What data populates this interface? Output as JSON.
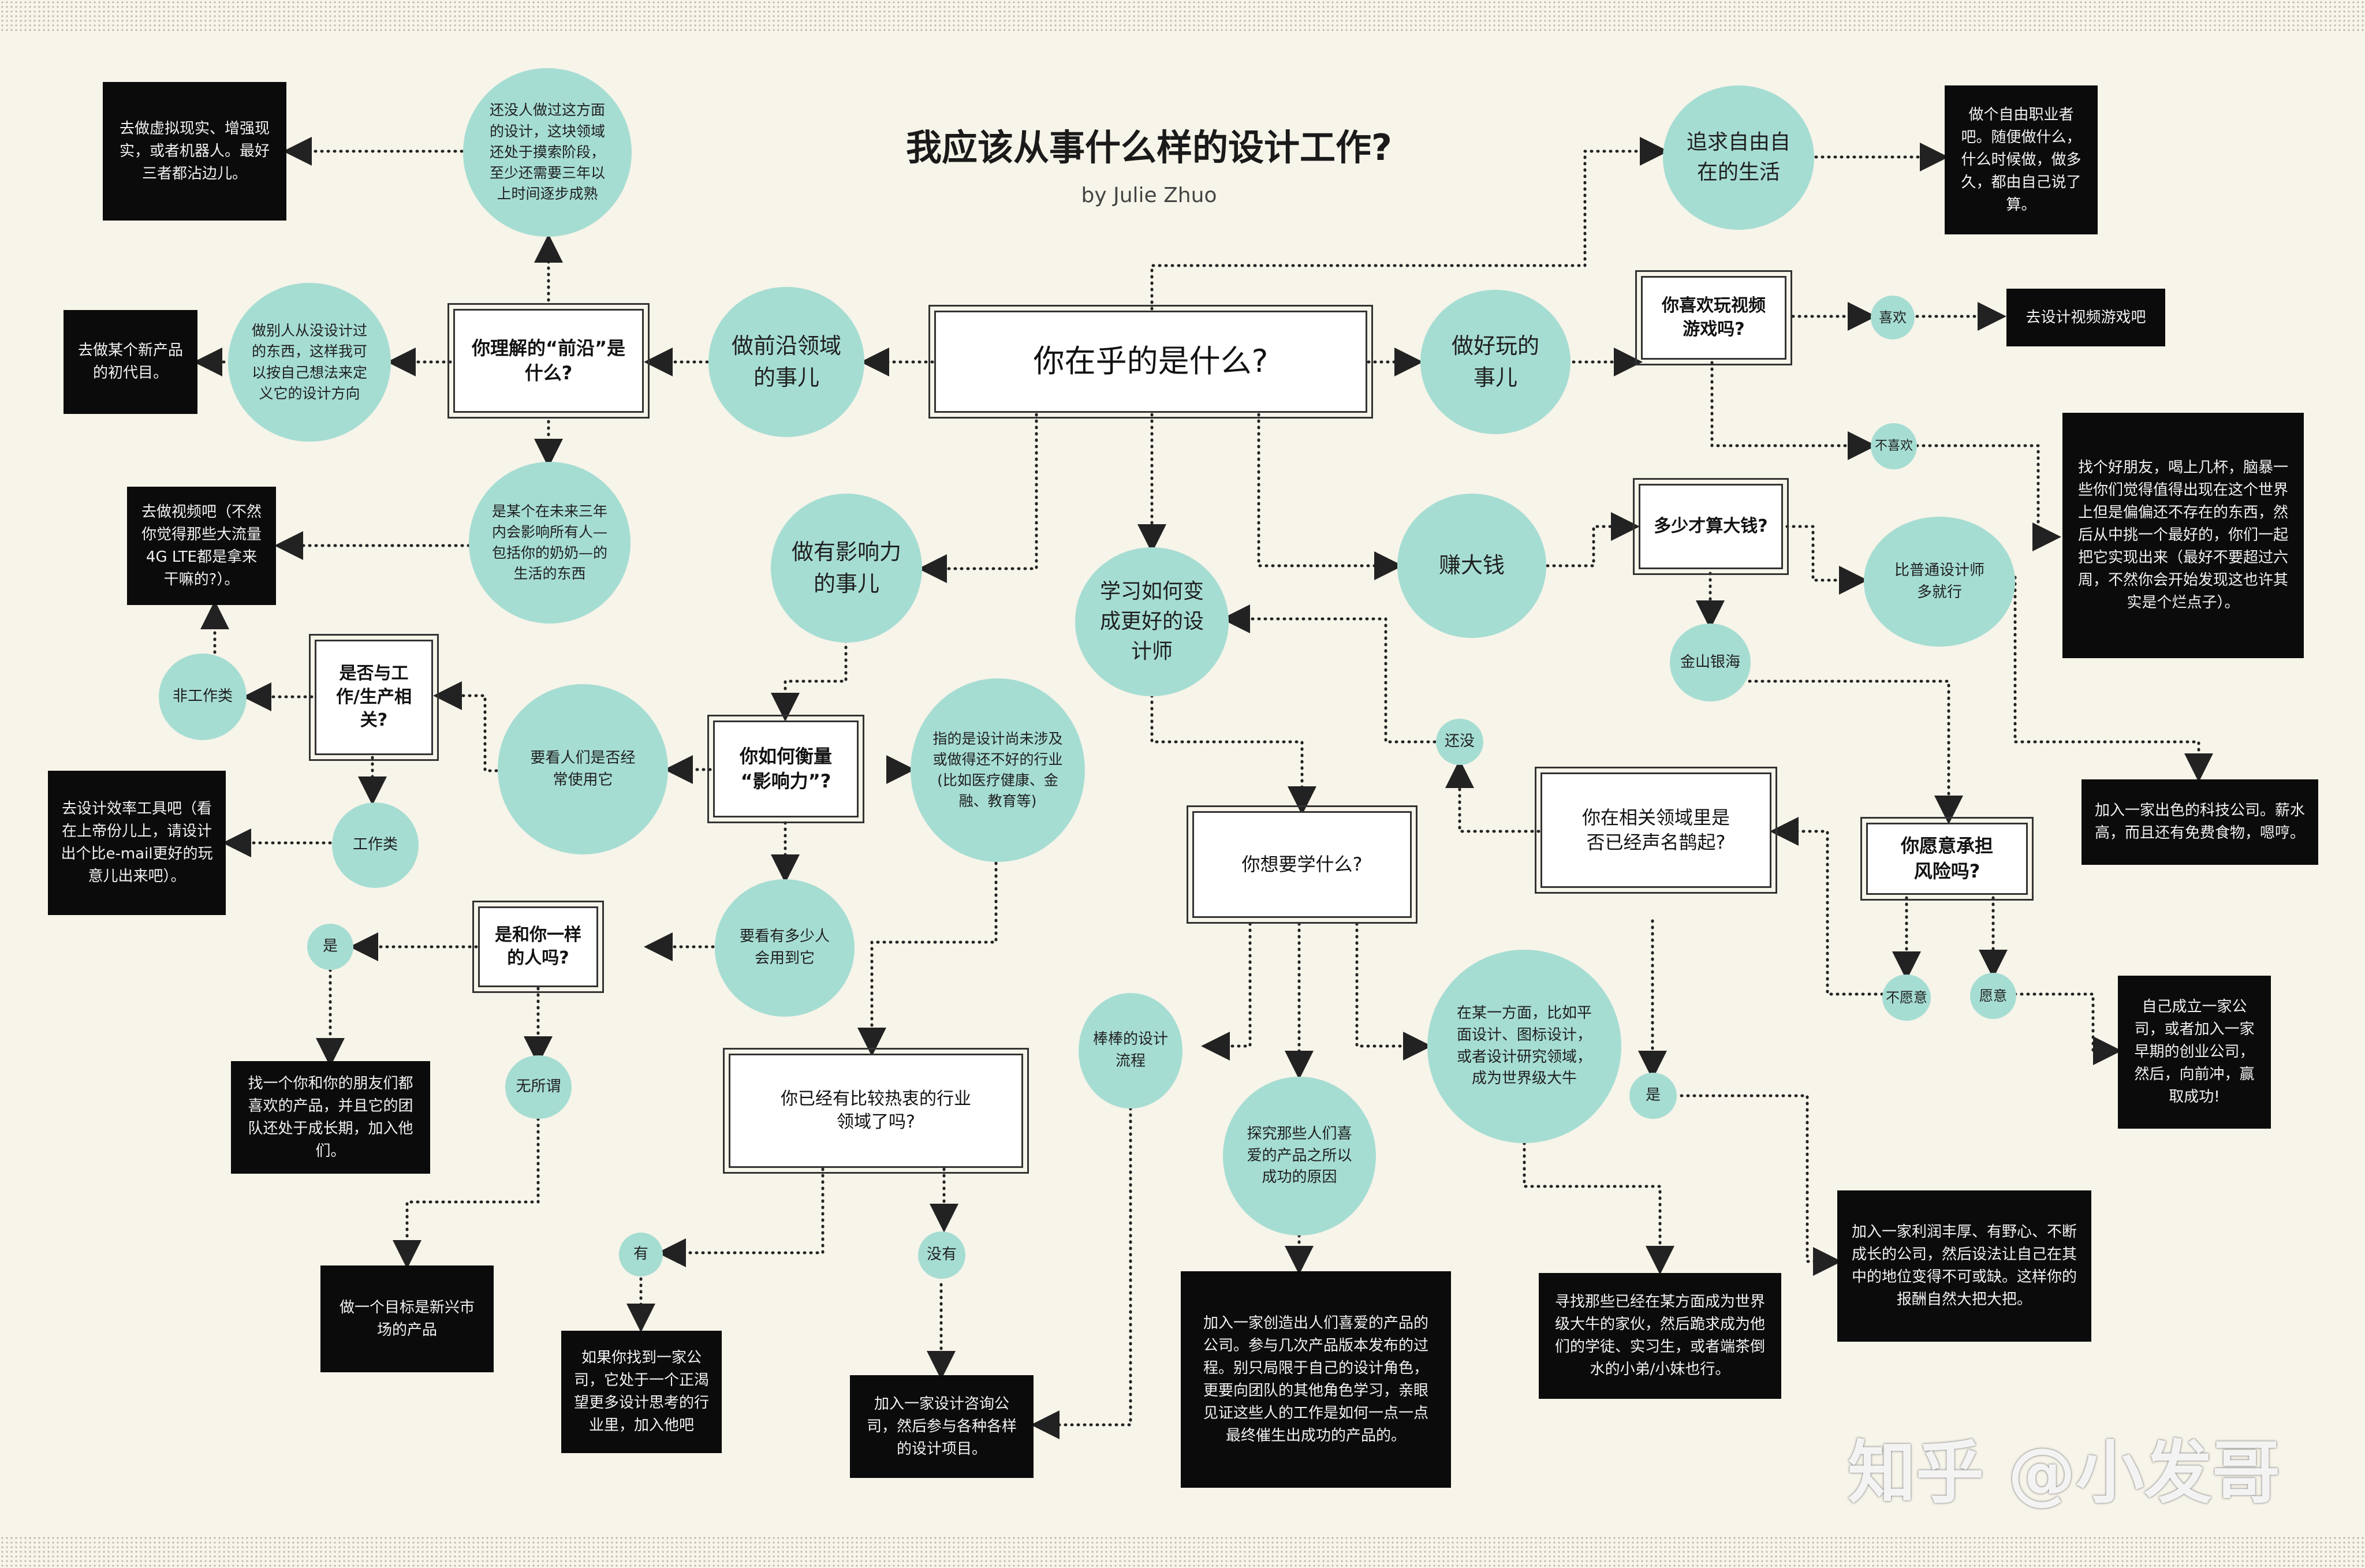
{
  "title": "我应该从事什么样的设计工作?",
  "byline": "by Julie Zhuo",
  "watermark": "知乎 @小发哥",
  "colors": {
    "background": "#f7f4e9",
    "circle": "#a6ddd3",
    "box": "#0b0b0b",
    "line": "#222222"
  },
  "nodes": {
    "root": "你在乎的是什么?",
    "frontier": "做前沿领域\n的事儿",
    "fun": "做好玩的\n事儿",
    "money": "赚大钱",
    "freedom": "追求自由自\n在的生活",
    "impact": "做有影响力\n的事儿",
    "learn": "学习如何变\n成更好的设\n计师",
    "frontier_q": "你理解的“前沿”是\n什么?",
    "fq_a1": "还没人做过这方面的设计，这块领域还处于摸索阶段，至少还需要三年以上时间逐步成熟",
    "fq_a2": "做别人从没设计过的东西，这样我可以按自己想法来定义它的设计方向",
    "fq_a3": "是某个在未来三年内会影响所有人—包括你的奶奶—的生活的东西",
    "out_vr": "去做虚拟现实、增强现实，或者机器人。最好三者都沾边儿。",
    "out_first": "去做某个新产品的初代目。",
    "out_video": "去做视频吧（不然你觉得那些大流量4G LTE都是拿来干嘛的?）。",
    "work_q": "是否与工\n作/生产相\n关?",
    "nonwork": "非工作类",
    "workcls": "工作类",
    "out_tools": "去设计效率工具吧（看在上帝份儿上，请设计出个比e-mail更好的玩意儿出来吧）。",
    "impact_q": "你如何衡量\n“影响力”?",
    "see_use": "要看人们是否经常使用它",
    "see_many": "要看有多少人会用到它",
    "see_domain": "指的是设计尚未涉及或做得还不好的行业(比如医疗健康、金融、教育等)",
    "like_you_q": "是和你一样\n的人吗?",
    "yes_a": "是",
    "no_matter": "无所谓",
    "out_friends": "找一个你和你的朋友们都喜欢的产品，并且它的团队还处于成长期，加入他们。",
    "out_emerging": "做一个目标是新兴市场的产品",
    "passion_q": "你已经有比较热衷的行业\n领域了吗?",
    "have": "有",
    "havenot": "没有",
    "out_have": "如果你找到一家公司，它处于一个正渴望更多设计思考的行业里，加入他吧",
    "out_consult": "加入一家设计咨询公司，然后参与各种各样的设计项目。",
    "learn_q": "你想要学什么?",
    "great_process": "棒棒的设计\n流程",
    "why_loved": "探究那些人们喜爱的产品之所以成功的原因",
    "world_class": "在某一方面，比如平面设计、图标设计，或者设计研究领域，成为世界级大牛",
    "out_loved": "加入一家创造出人们喜爱的产品的公司。参与几次产品版本发布的过程。别只局限于自己的设计角色，更要向团队的其他角色学习，亲眼见证这些人的工作是如何一点一点最终催生出成功的产品的。",
    "out_mentor": "寻找那些已经在某方面成为世界级大牛的家伙，然后跪求成为他们的学徒、实习生，或者端茶倒水的小弟/小妹也行。",
    "fame_q": "你在相关领域里是\n否已经声名鹊起?",
    "notyet": "还没",
    "yes_b": "是",
    "out_famous": "加入一家利润丰厚、有野心、不断成长的公司，然后设法让自己在其中的地位变得不可或缺。这样你的报酬自然大把大把。",
    "fun_q": "你喜欢玩视频\n游戏吗?",
    "like": "喜欢",
    "dislike": "不喜欢",
    "out_games": "去设计视频游戏吧",
    "out_friends2": "找个好朋友，喝上几杯，脑暴一些你们觉得值得出现在这个世界上但是偏偏还不存在的东西，然后从中挑一个最好的，你们一起把它实现出来（最好不要超过六周，不然你会开始发现这也许其实是个烂点子）。",
    "money_q": "多少才算大钱?",
    "gold": "金山银海",
    "above": "比普通设计师\n多就行",
    "out_tech": "加入一家出色的科技公司。薪水高，而且还有免费食物，嗯哼。",
    "risk_q": "你愿意承担\n风险吗?",
    "unwilling": "不愿意",
    "willing": "愿意",
    "out_startup": "自己成立一家公司，或者加入一家早期的创业公司，然后，向前冲，赢取成功!",
    "out_freelance": "做个自由职业者吧。随便做什么，什么时候做，做多久，都由自己说了算。"
  }
}
